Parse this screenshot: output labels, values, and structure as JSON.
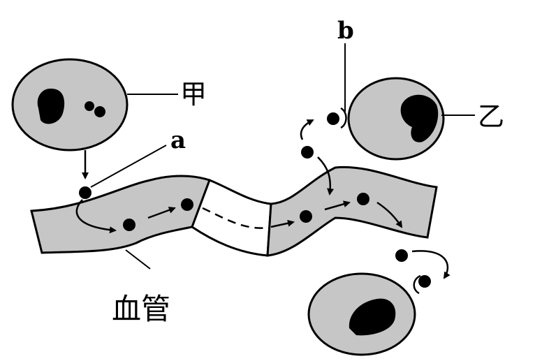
{
  "labels": {
    "cell_jia": "甲",
    "cell_yi": "乙",
    "point_a": "a",
    "point_b": "b",
    "vessel": "血管"
  },
  "colors": {
    "cell_fill": "#c6c6c6",
    "vessel_fill": "#c6c6c6",
    "nucleus": "#000000",
    "outline": "#000000",
    "background": "#ffffff"
  }
}
